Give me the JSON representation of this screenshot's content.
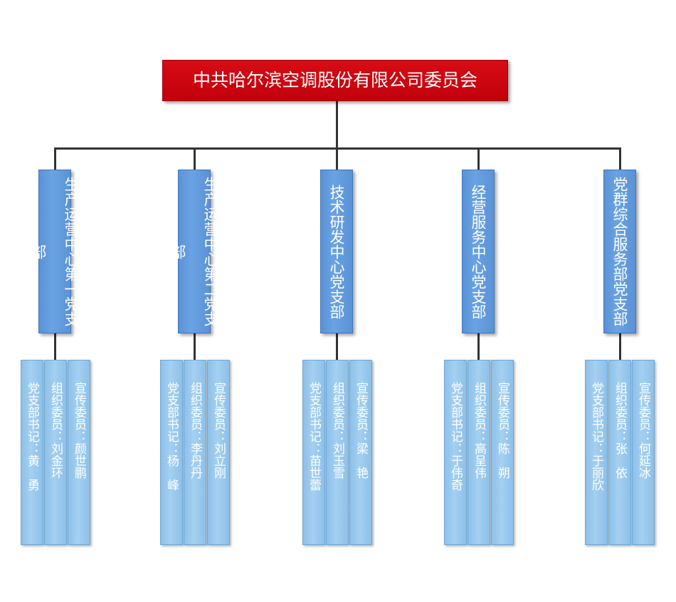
{
  "org": {
    "title": "中共哈尔滨空调股份有限公司委员会",
    "branches": [
      {
        "name": "生产运营中心第一党支部",
        "members": [
          {
            "role": "党支部书记",
            "sep": "：",
            "name": "黄　勇"
          },
          {
            "role": "组织委员",
            "sep": "：",
            "name": "刘金环"
          },
          {
            "role": "宣传委员",
            "sep": "：",
            "name": "颜世鹏"
          }
        ]
      },
      {
        "name": "生产运营中心第二党支部",
        "members": [
          {
            "role": "党支部书记",
            "sep": "：",
            "name": "杨　峰"
          },
          {
            "role": "组织委员",
            "sep": "：",
            "name": "李丹丹"
          },
          {
            "role": "宣传委员",
            "sep": "：",
            "name": "刘立刚"
          }
        ]
      },
      {
        "name": "技术研发中心党支部",
        "members": [
          {
            "role": "党支部书记",
            "sep": "：",
            "name": "苗世蕾"
          },
          {
            "role": "组织委员",
            "sep": "：",
            "name": "刘玉雪"
          },
          {
            "role": "宣传委员",
            "sep": "：",
            "name": "梁　艳"
          }
        ]
      },
      {
        "name": "经营服务中心党支部",
        "members": [
          {
            "role": "党支部书记",
            "sep": "：",
            "name": "于伟奇"
          },
          {
            "role": "组织委员",
            "sep": "：",
            "name": "高呈伟"
          },
          {
            "role": "宣传委员",
            "sep": "：",
            "name": "陈　朔"
          }
        ]
      },
      {
        "name": "党群综合服务部党支部",
        "members": [
          {
            "role": "党支部书记",
            "sep": "：",
            "name": "于丽欣"
          },
          {
            "role": "组织委员",
            "sep": "：",
            "name": "张　依"
          },
          {
            "role": "宣传委员",
            "sep": "：",
            "name": "何延冰"
          }
        ]
      }
    ],
    "colors": {
      "top_box": "#c8000f",
      "branch_box": "#5f98dc",
      "member_box": "#9bc9ee",
      "connector": "#333333"
    }
  }
}
